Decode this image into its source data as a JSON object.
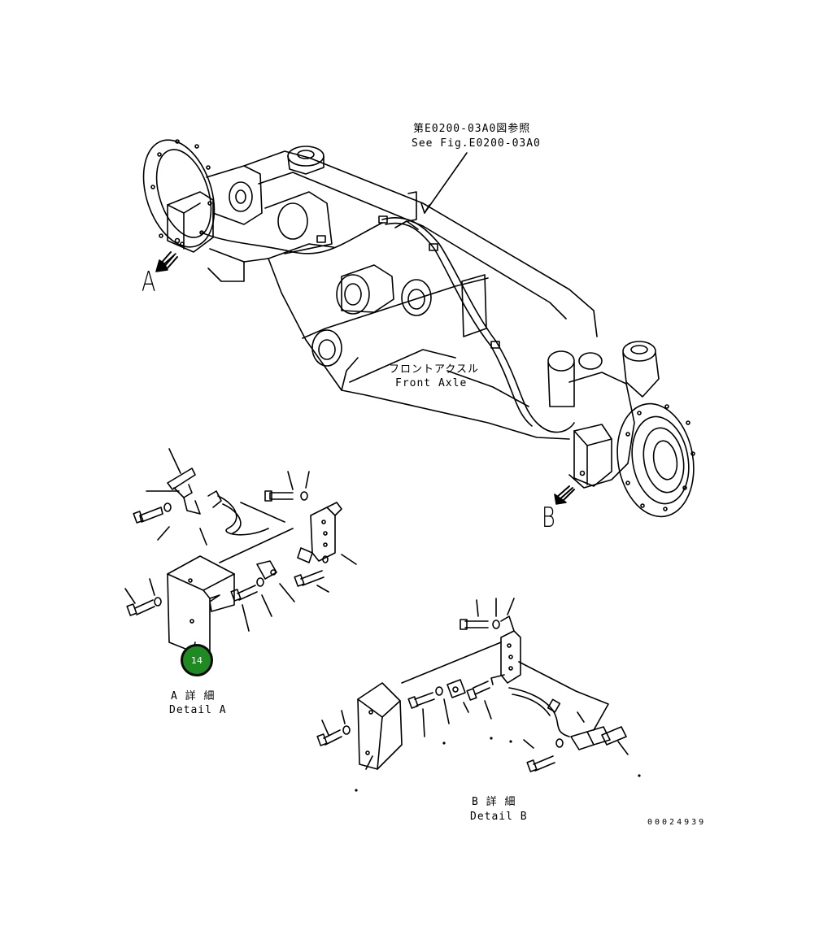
{
  "reference": {
    "jp": "第E0200-03A0図参照",
    "en": "See Fig.E0200-03A0"
  },
  "axle_label": {
    "jp": "フロントアクスル",
    "en": "Front Axle"
  },
  "view_markers": {
    "a": "A",
    "b": "B"
  },
  "detail_a": {
    "jp": "A 詳 細",
    "en": "Detail A"
  },
  "detail_b": {
    "jp": "B 詳 細",
    "en": "Detail B"
  },
  "callout": {
    "number": "14",
    "fill_color": "#1f8a22",
    "border_color": "#0a0a0a"
  },
  "document_number": "00024939",
  "colors": {
    "line": "#000000",
    "background": "#ffffff"
  }
}
